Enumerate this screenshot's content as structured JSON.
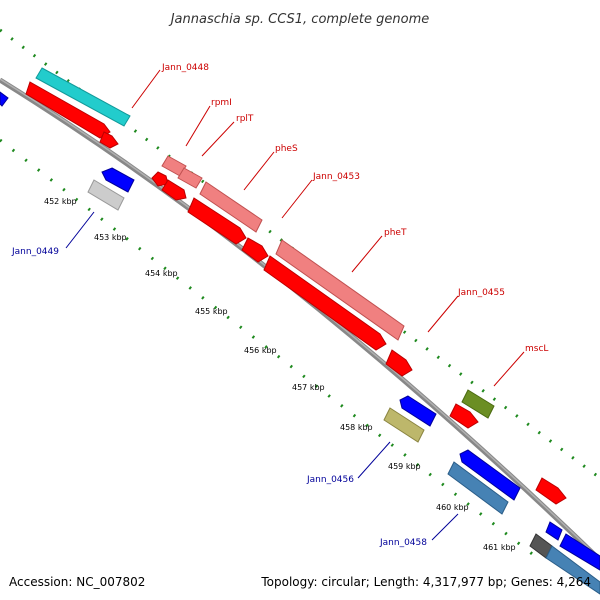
{
  "title": "Jannaschia sp. CCS1, complete genome",
  "footer": {
    "accession": "Accession: NC_007802",
    "summary": "Topology: circular; Length: 4,317,977 bp; Genes: 4,264"
  },
  "colors": {
    "backbone": "#888888",
    "dotted_track": "#1f8a1f",
    "forward_gene": "#ff0000",
    "reverse_gene": "#0000ff",
    "forward_label": "#cc0000",
    "reverse_label": "#000099"
  },
  "ticks": [
    {
      "label": "452 kbp"
    },
    {
      "label": "453 kbp"
    },
    {
      "label": "454 kbp"
    },
    {
      "label": "455 kbp"
    },
    {
      "label": "456 kbp"
    },
    {
      "label": "457 kbp"
    },
    {
      "label": "458 kbp"
    },
    {
      "label": "459 kbp"
    },
    {
      "label": "460 kbp"
    },
    {
      "label": "461 kbp"
    }
  ],
  "gene_labels_forward": [
    "Jann_0448",
    "rpmI",
    "rplT",
    "pheS",
    "Jann_0453",
    "pheT",
    "Jann_0455",
    "mscL"
  ],
  "gene_labels_reverse": [
    "Jann_0449",
    "Jann_0456",
    "Jann_0458"
  ]
}
